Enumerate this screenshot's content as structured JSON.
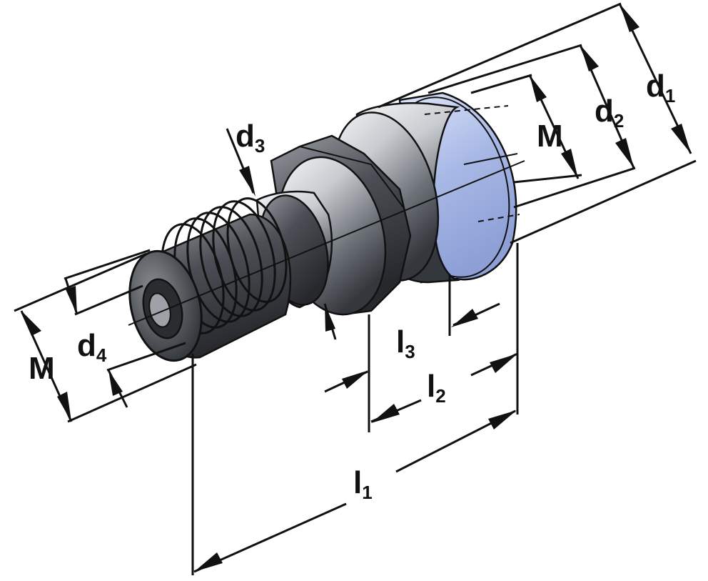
{
  "diagram": {
    "labels": {
      "d1": {
        "main": "d",
        "sub": "1"
      },
      "d2": {
        "main": "d",
        "sub": "2"
      },
      "d3": {
        "main": "d",
        "sub": "3"
      },
      "d4": {
        "main": "d",
        "sub": "4"
      },
      "M_right": "M",
      "M_left": "M",
      "l1": {
        "main": "l",
        "sub": "1"
      },
      "l2": {
        "main": "l",
        "sub": "2"
      },
      "l3": {
        "main": "l",
        "sub": "3"
      }
    },
    "colors": {
      "body_dark": "#3a3d42",
      "body_mid": "#8a8f96",
      "body_light": "#e8eaec",
      "ring_blue": "#a9b9e6",
      "line": "#111111"
    }
  }
}
